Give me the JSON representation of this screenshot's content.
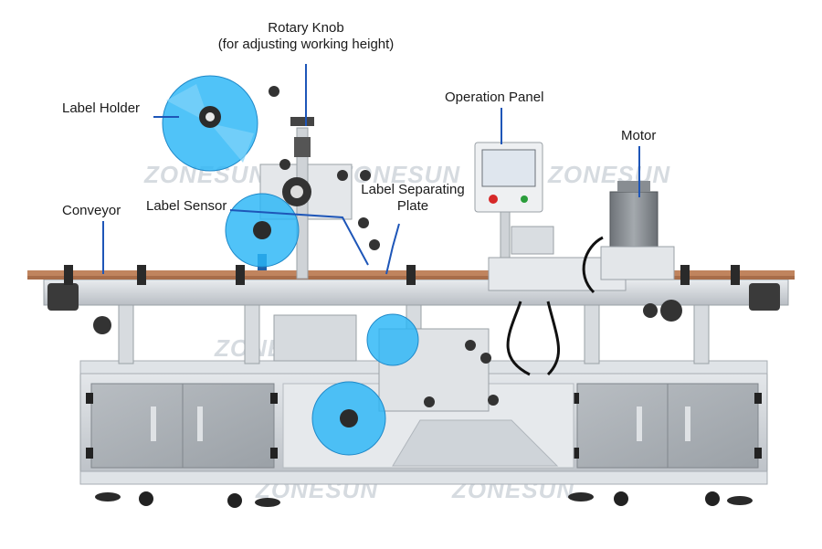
{
  "callouts": {
    "rotary_knob": {
      "line1": "Rotary Knob",
      "line2": "(for adjusting working height)"
    },
    "label_holder": "Label Holder",
    "operation_panel": "Operation Panel",
    "motor": "Motor",
    "label_sensor": "Label Sensor",
    "label_separating_plate": {
      "line1": "Label Separating",
      "line2": "Plate"
    },
    "conveyor": "Conveyor"
  },
  "watermark": "ZONESUN",
  "colors": {
    "callout_line": "#1e56b8",
    "highlight": "#29b6f6",
    "frame": "#c9ced3",
    "panel": "#a9aeb3",
    "conveyor_belt": "#c0845e",
    "text": "#1a1a1a"
  }
}
